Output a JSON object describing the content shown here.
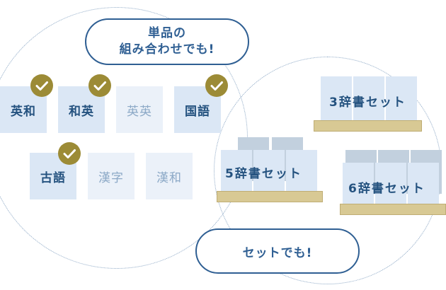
{
  "bubbles": {
    "single_line1": "単品の",
    "single_line2": "組み合わせでも!",
    "sets": "セットでも!"
  },
  "cards": [
    {
      "label": "英和",
      "selected": true
    },
    {
      "label": "和英",
      "selected": true
    },
    {
      "label": "英英",
      "selected": false
    },
    {
      "label": "国語",
      "selected": true
    },
    {
      "label": "古語",
      "selected": true
    },
    {
      "label": "漢字",
      "selected": false
    },
    {
      "label": "漢和",
      "selected": false
    }
  ],
  "sets": [
    {
      "label": "3辞書セット"
    },
    {
      "label": "5辞書セット"
    },
    {
      "label": "6辞書セット"
    }
  ],
  "colors": {
    "accent": "#2f5f93",
    "check": "#9c8b36",
    "card_selected": "#dbe7f5",
    "card_unselected": "#ebf1f9",
    "shelf": "#d8c994"
  }
}
